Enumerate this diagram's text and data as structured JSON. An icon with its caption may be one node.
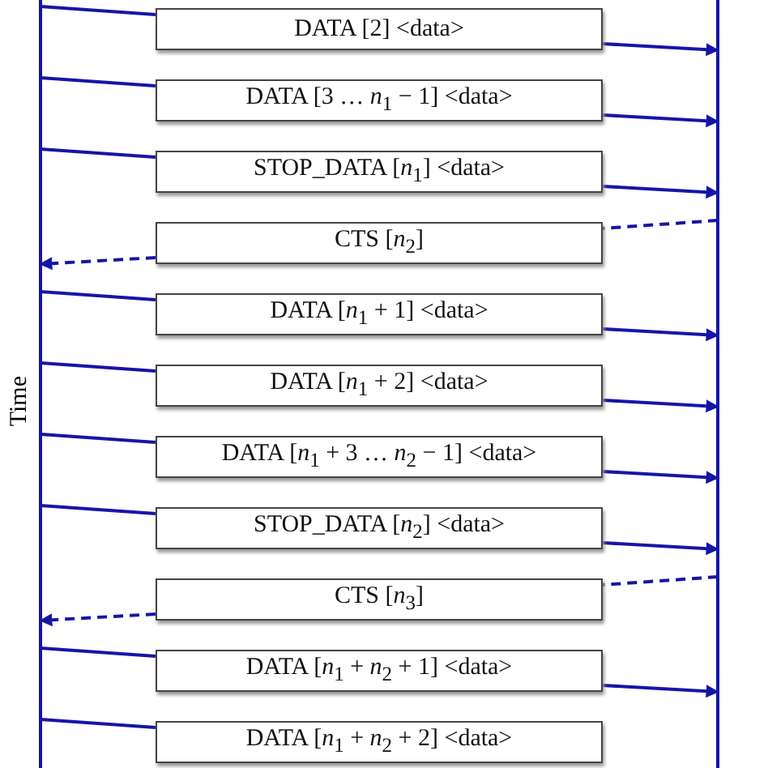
{
  "diagram": {
    "nodes": [
      {
        "text": [],
        "shape": "bar"
      },
      {
        "text": [],
        "shape": "bar"
      },
      {
        "text": [
          "DATA [2] <data>"
        ]
      },
      {
        "text": [
          "DATA [3 … *n*$_{1}$ − 1] <data>"
        ]
      },
      {
        "text": [
          "STOP_DATA [*n*$_{1}$] <data>"
        ]
      },
      {
        "text": [
          "CTS [*n*$_{2}$]"
        ]
      },
      {
        "text": [
          "DATA [*n*$_{1}$ + 1] <data>"
        ]
      },
      {
        "text": [
          "DATA [*n*$_{1}$ + 2] <data>"
        ]
      },
      {
        "text": [
          "DATA [*n*$_{1}$ + 3 … *n*$_{2}$ − 1] <data>"
        ]
      },
      {
        "text": [
          "STOP_DATA [*n*$_{2}$] <data>"
        ]
      },
      {
        "text": [
          "CTS [*n*$_{3}$]"
        ]
      },
      {
        "text": [
          "DATA [*n*$_{1}$ + *n*$_{2}$ + 1] <data>"
        ]
      },
      {
        "text": [
          "DATA [*n*$_{1}$ + *n*$_{2}$ + 2] <data>"
        ]
      }
    ],
    "edges": [
      {
        "from": 0,
        "to": 2,
        "arrow": "none"
      },
      {
        "from": 2,
        "to": 1,
        "arrow": "to"
      },
      {
        "from": 0,
        "to": 3,
        "arrow": "none"
      },
      {
        "from": 3,
        "to": 1,
        "arrow": "to"
      },
      {
        "from": 0,
        "to": 4,
        "arrow": "none"
      },
      {
        "from": 4,
        "to": 1,
        "arrow": "to"
      },
      {
        "from": 1,
        "to": 5,
        "arrow": "none",
        "style": "dashed"
      },
      {
        "from": 5,
        "to": 0,
        "arrow": "to",
        "style": "dashed"
      },
      {
        "from": 0,
        "to": 6,
        "arrow": "none"
      },
      {
        "from": 6,
        "to": 1,
        "arrow": "to"
      },
      {
        "from": 0,
        "to": 7,
        "arrow": "none"
      },
      {
        "from": 7,
        "to": 1,
        "arrow": "to"
      },
      {
        "from": 0,
        "to": 8,
        "arrow": "none"
      },
      {
        "from": 8,
        "to": 1,
        "arrow": "to"
      },
      {
        "from": 0,
        "to": 9,
        "arrow": "none"
      },
      {
        "from": 9,
        "to": 1,
        "arrow": "to"
      },
      {
        "from": 1,
        "to": 10,
        "arrow": "none",
        "style": "dashed"
      },
      {
        "from": 10,
        "to": 0,
        "arrow": "to",
        "style": "dashed"
      },
      {
        "from": 0,
        "to": 11,
        "arrow": "none"
      },
      {
        "from": 11,
        "to": 1,
        "arrow": "to"
      },
      {
        "from": 0,
        "to": 12,
        "arrow": "none"
      }
    ],
    "labels": [
      "Time"
    ]
  }
}
